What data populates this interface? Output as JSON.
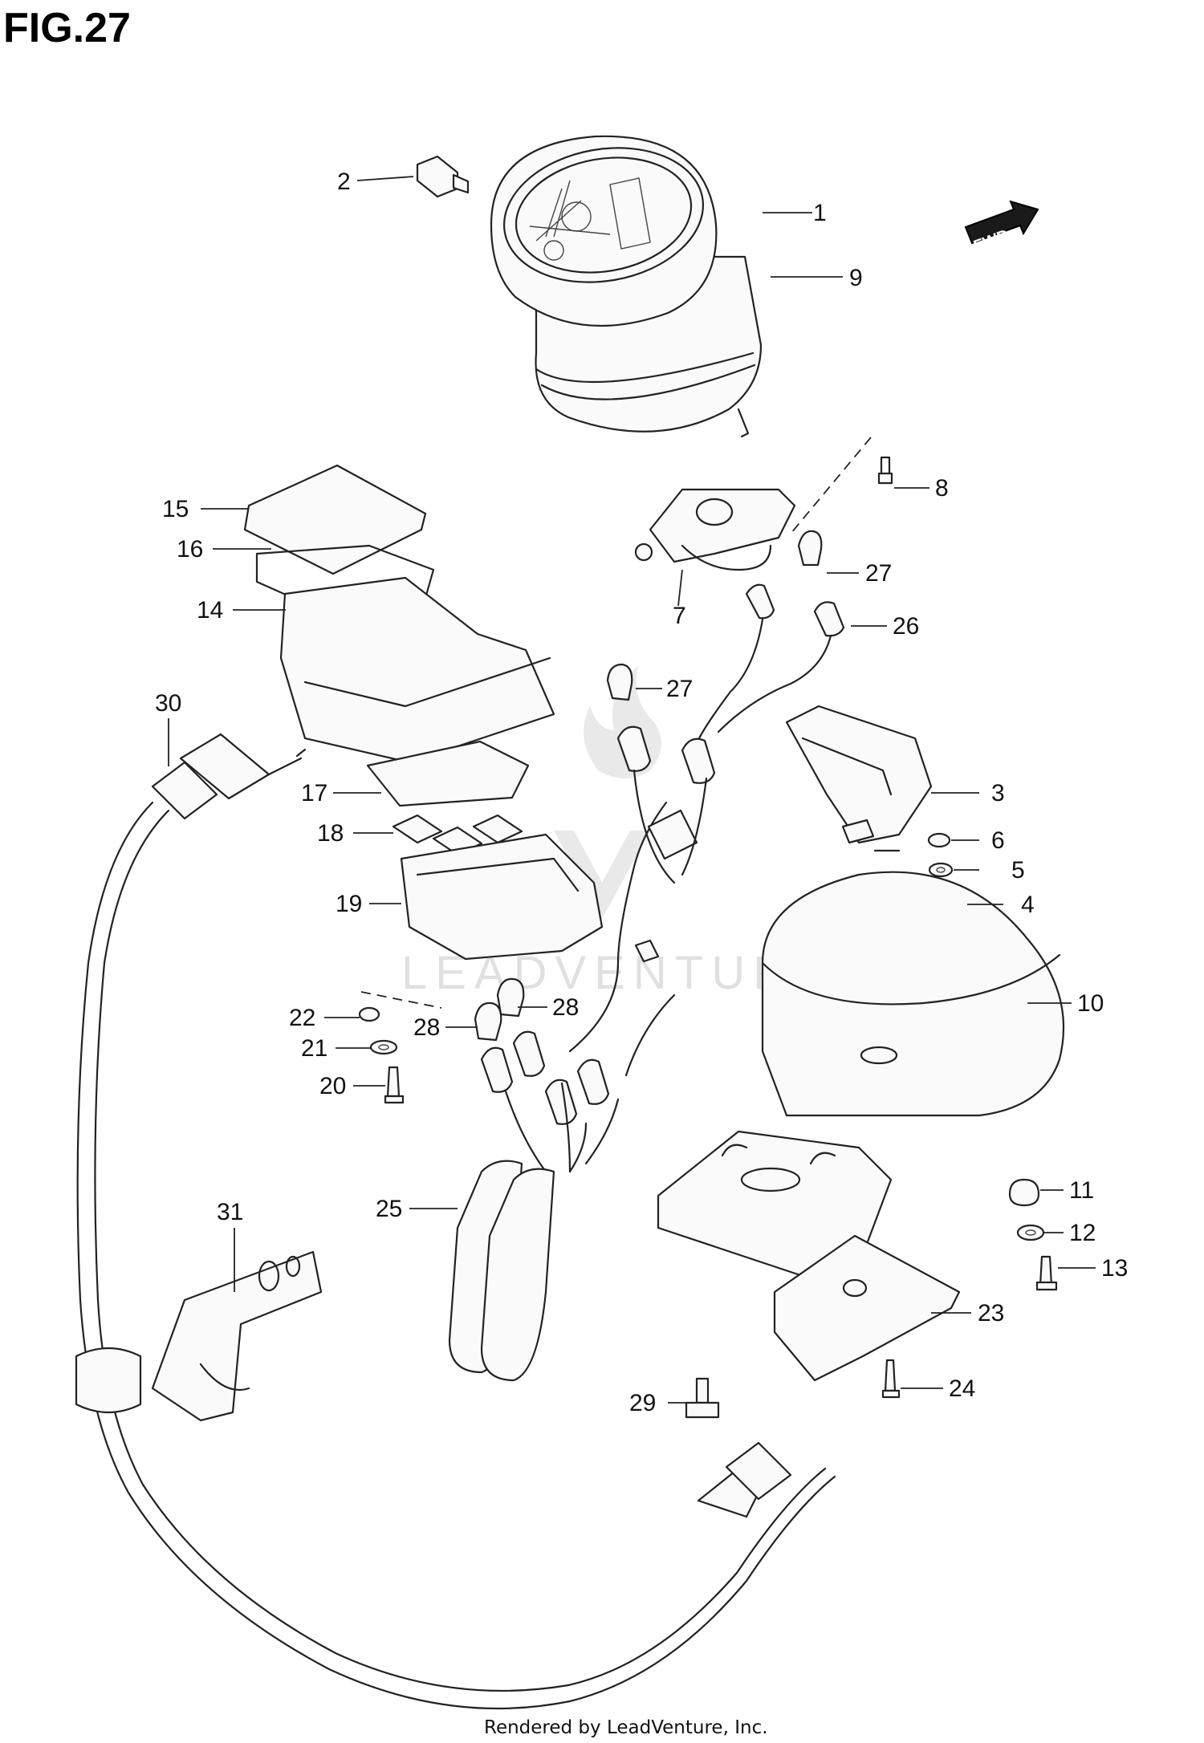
{
  "figure": {
    "title": "FIG.27",
    "fwd_label": "FWD",
    "watermark": "LEADVENTURE",
    "footer": "Rendered by LeadVenture, Inc."
  },
  "callouts": [
    {
      "id": "c1",
      "label": "1"
    },
    {
      "id": "c2",
      "label": "2"
    },
    {
      "id": "c3",
      "label": "3"
    },
    {
      "id": "c4",
      "label": "4"
    },
    {
      "id": "c5",
      "label": "5"
    },
    {
      "id": "c6",
      "label": "6"
    },
    {
      "id": "c7",
      "label": "7"
    },
    {
      "id": "c8",
      "label": "8"
    },
    {
      "id": "c9",
      "label": "9"
    },
    {
      "id": "c10",
      "label": "10"
    },
    {
      "id": "c11",
      "label": "11"
    },
    {
      "id": "c12",
      "label": "12"
    },
    {
      "id": "c13",
      "label": "13"
    },
    {
      "id": "c14",
      "label": "14"
    },
    {
      "id": "c15",
      "label": "15"
    },
    {
      "id": "c16",
      "label": "16"
    },
    {
      "id": "c17",
      "label": "17"
    },
    {
      "id": "c18",
      "label": "18"
    },
    {
      "id": "c19",
      "label": "19"
    },
    {
      "id": "c20",
      "label": "20"
    },
    {
      "id": "c21",
      "label": "21"
    },
    {
      "id": "c22",
      "label": "22"
    },
    {
      "id": "c23",
      "label": "23"
    },
    {
      "id": "c24",
      "label": "24"
    },
    {
      "id": "c25",
      "label": "25"
    },
    {
      "id": "c26",
      "label": "26"
    },
    {
      "id": "c27a",
      "label": "27"
    },
    {
      "id": "c27b",
      "label": "27"
    },
    {
      "id": "c28a",
      "label": "28"
    },
    {
      "id": "c28b",
      "label": "28"
    },
    {
      "id": "c29",
      "label": "29"
    },
    {
      "id": "c30",
      "label": "30"
    },
    {
      "id": "c31",
      "label": "31"
    }
  ]
}
